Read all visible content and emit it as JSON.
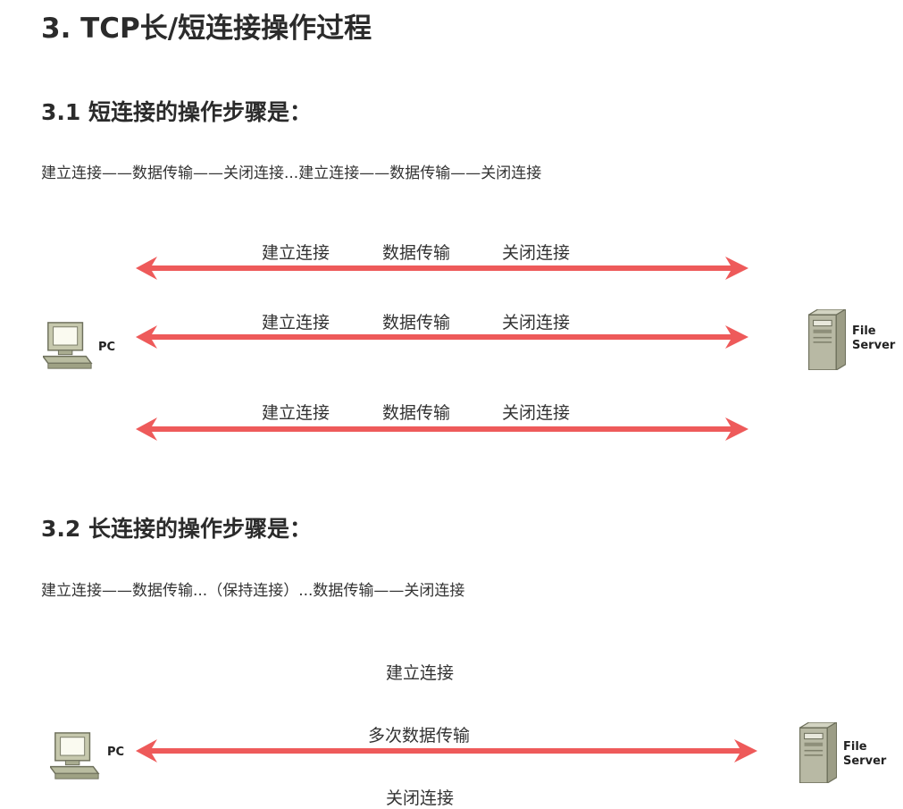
{
  "section3": {
    "title": "3. TCP长/短连接操作过程"
  },
  "short": {
    "heading": "3.1 短连接的操作步骤是：",
    "steps_text": "建立连接——数据传输——关闭连接...建立连接——数据传输——关闭连接",
    "rows": [
      {
        "establish": "建立连接",
        "transfer": "数据传输",
        "close": "关闭连接"
      },
      {
        "establish": "建立连接",
        "transfer": "数据传输",
        "close": "关闭连接"
      },
      {
        "establish": "建立连接",
        "transfer": "数据传输",
        "close": "关闭连接"
      }
    ],
    "client_label": "PC",
    "server_label": "File\nServer"
  },
  "long": {
    "heading": "3.2 长连接的操作步骤是：",
    "steps_text": "建立连接——数据传输...（保持连接）...数据传输——关闭连接",
    "establish": "建立连接",
    "transfer": "多次数据传输",
    "close": "关闭连接",
    "client_label": "PC",
    "server_label": "File\nServer"
  },
  "colors": {
    "arrow": "#ee5a5a",
    "pc_body": "#b9bca0",
    "server_body": "#b8b9a4"
  }
}
